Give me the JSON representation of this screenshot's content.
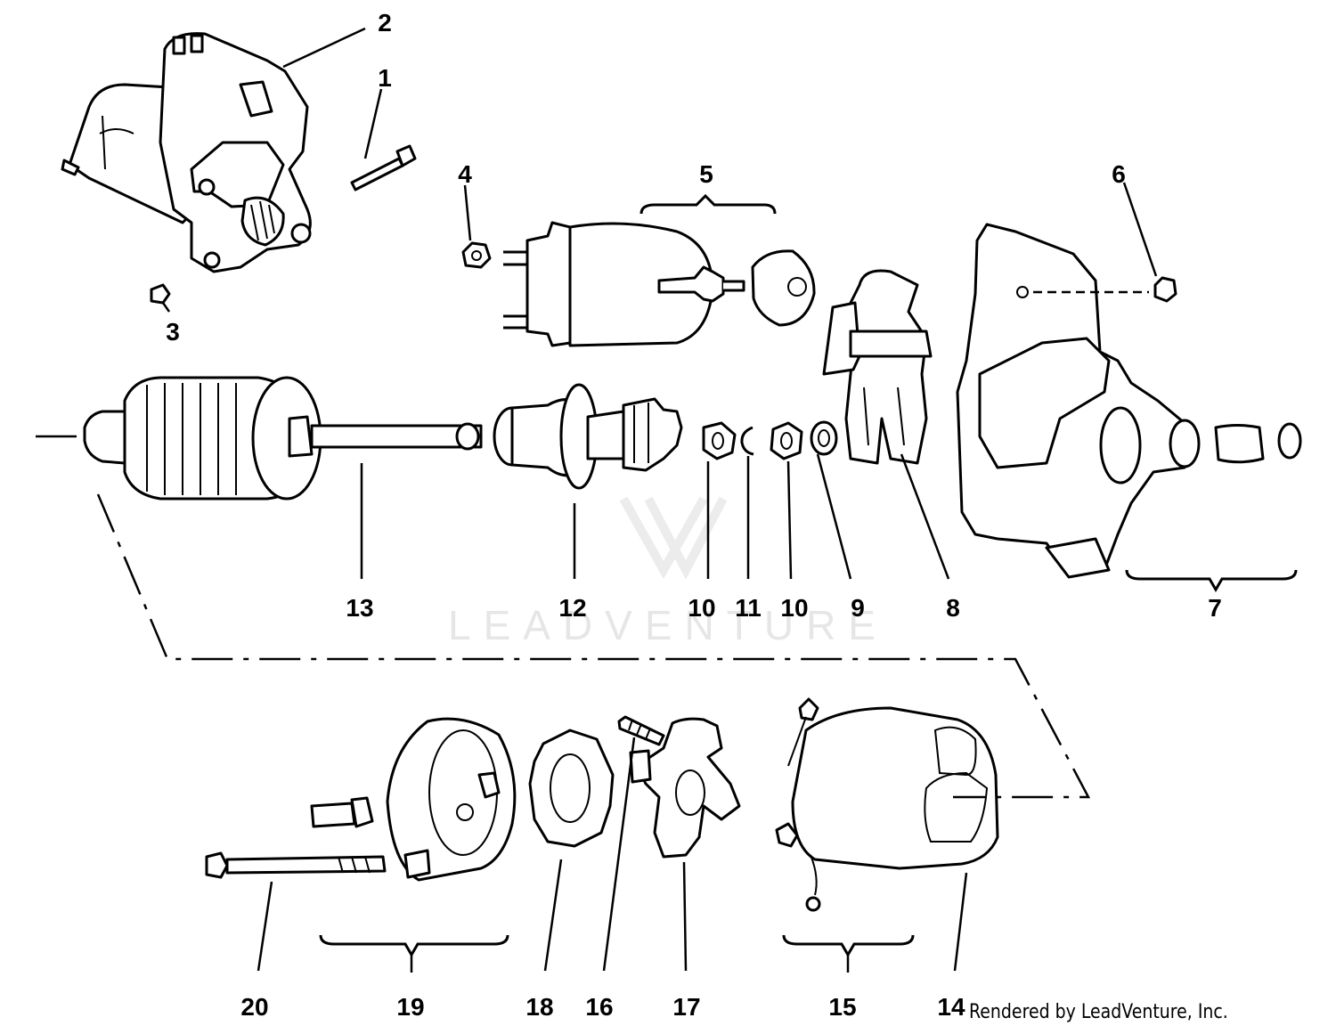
{
  "watermark": {
    "text": "LEADVENTURE"
  },
  "credit": "Rendered by LeadVenture, Inc.",
  "callouts": [
    {
      "id": "c1",
      "label": "1"
    },
    {
      "id": "c2",
      "label": "2"
    },
    {
      "id": "c3",
      "label": "3"
    },
    {
      "id": "c4",
      "label": "4"
    },
    {
      "id": "c5",
      "label": "5"
    },
    {
      "id": "c6",
      "label": "6"
    },
    {
      "id": "c7",
      "label": "7"
    },
    {
      "id": "c8",
      "label": "8"
    },
    {
      "id": "c9",
      "label": "9"
    },
    {
      "id": "c10a",
      "label": "10"
    },
    {
      "id": "c11",
      "label": "11"
    },
    {
      "id": "c10b",
      "label": "10"
    },
    {
      "id": "c12",
      "label": "12"
    },
    {
      "id": "c13",
      "label": "13"
    },
    {
      "id": "c14",
      "label": "14"
    },
    {
      "id": "c15",
      "label": "15"
    },
    {
      "id": "c16",
      "label": "16"
    },
    {
      "id": "c17",
      "label": "17"
    },
    {
      "id": "c18",
      "label": "18"
    },
    {
      "id": "c19",
      "label": "19"
    },
    {
      "id": "c20",
      "label": "20"
    }
  ]
}
